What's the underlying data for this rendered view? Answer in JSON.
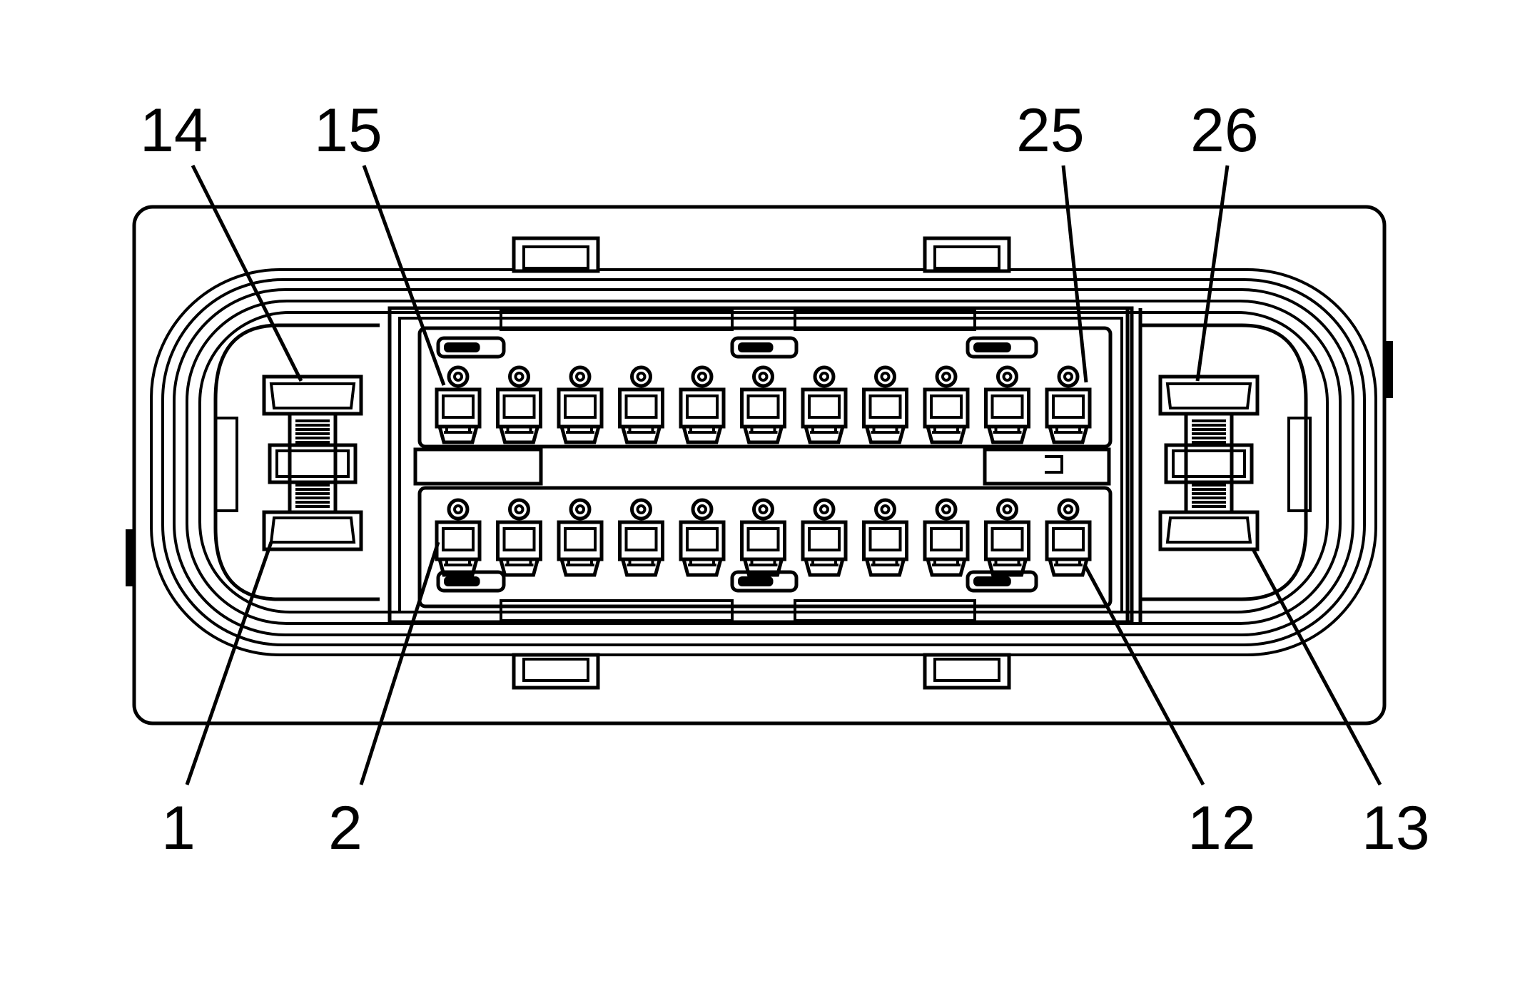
{
  "labels": {
    "top": [
      "14",
      "15",
      "25",
      "26"
    ],
    "bottom": [
      "1",
      "2",
      "12",
      "13"
    ]
  },
  "colors": {
    "line": "#000000",
    "background": "#ffffff"
  }
}
